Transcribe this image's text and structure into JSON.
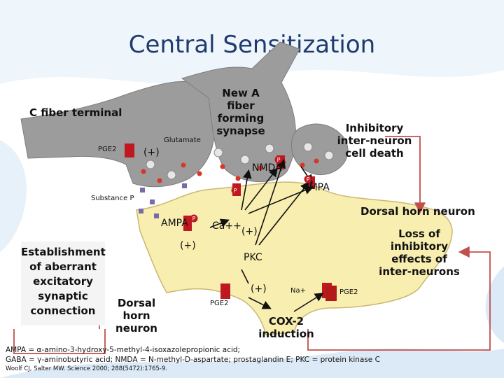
{
  "title": "Central Sensitization",
  "labels": {
    "c_fiber_terminal": "C fiber terminal",
    "new_a_fiber": "New A fiber forming synapse",
    "inhibitory_cell_death": "Inhibitory inter-neuron cell death",
    "pge2_left": "PGE2",
    "plus_left": "(+)",
    "glutamate": "Glutamate",
    "nmda": "NMDA",
    "ampa_right": "AMPA",
    "substance_p": "Substance P",
    "dorsal_horn_neuron_right": "Dorsal horn neuron",
    "ampa_left": "AMPA",
    "ca": "Ca++",
    "plus_ca": "(+)",
    "plus_mid": "(+)",
    "loss_inhibitory": "Loss of inhibitory effects of inter-neurons",
    "pkc": "PKC",
    "establishment": "Establishment of aberrant excitatory synaptic connection",
    "dorsal_horn_neuron_left": "Dorsal horn neuron",
    "pge2_mid": "PGE2",
    "plus_low": "(+)",
    "na": "Na+",
    "pge2_right": "PGE2",
    "cox2": "COX-2 induction",
    "p_badge": "P"
  },
  "footer": {
    "line1": "AMPA = α-amino-3-hydroxy-5-methyl-4-isoxazolepropionic acid;",
    "line2": "GABA = γ-aminobutyric acid; NMDA = N-methyl-D-aspartate; prostaglandin E; PKC = protein kinase C",
    "citation": "Woolf CJ, Salter MW. Science 2000; 288(5472):1765-9."
  },
  "colors": {
    "title": "#1f3b6e",
    "neuron_fill": "#f7eeb0",
    "neuron_stroke": "#c9b870",
    "terminal_fill": "#9c9c9c",
    "receptor": "#c01820",
    "vesicle": "#d9362b",
    "substance_p": "#7a6aa8",
    "feedback_arrow": "#c0504d",
    "bg_blue": "#cfe3f2"
  }
}
